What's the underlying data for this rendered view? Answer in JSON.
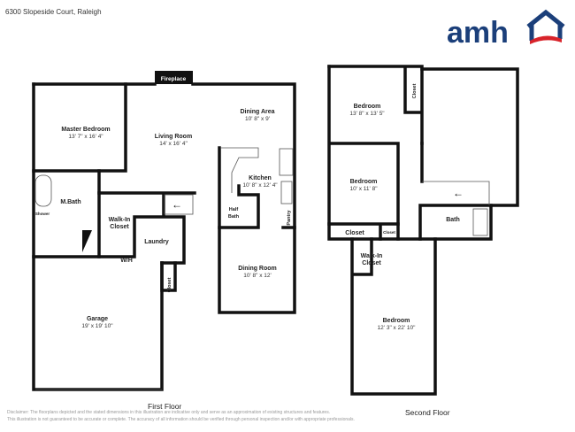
{
  "header": {
    "address": "6300 Slopeside Court, Raleigh",
    "logo_text": "amh",
    "logo_colors": {
      "blue": "#1b3f7a",
      "red": "#d8232a"
    }
  },
  "first_floor": {
    "label": "First Floor",
    "fireplace": "Fireplace",
    "rooms": {
      "master_bedroom": {
        "name": "Master Bedroom",
        "dims": "13' 7\" x 16' 4\""
      },
      "living_room": {
        "name": "Living Room",
        "dims": "14' x 16' 4\""
      },
      "dining_area": {
        "name": "Dining Area",
        "dims": "10' 8\" x 9'"
      },
      "kitchen": {
        "name": "Kitchen",
        "dims": "10' 8\" x 12' 4\""
      },
      "half_bath": {
        "name1": "Half",
        "name2": "Bath"
      },
      "pantry": {
        "name": "Pantry"
      },
      "m_bath": {
        "name": "M.Bath"
      },
      "shower": {
        "name": "Shower"
      },
      "walk_in_closet": {
        "name1": "Walk-In",
        "name2": "Closet"
      },
      "laundry": {
        "name": "Laundry"
      },
      "wh": {
        "name": "W/H"
      },
      "closet": {
        "name": "Closet"
      },
      "dining_room": {
        "name": "Dining Room",
        "dims": "10' 8\" x 12'"
      },
      "garage": {
        "name": "Garage",
        "dims": "19' x 19' 10\""
      }
    }
  },
  "second_floor": {
    "label": "Second Floor",
    "rooms": {
      "bedroom1": {
        "name": "Bedroom",
        "dims": "13' 8\" x 13' 5\""
      },
      "closet1": {
        "name": "Closet"
      },
      "bedroom2": {
        "name": "Bedroom",
        "dims": "10' x 11' 8\""
      },
      "closet2": {
        "name": "Closet"
      },
      "closet3": {
        "name": "Closet"
      },
      "bath": {
        "name": "Bath"
      },
      "walk_in_closet": {
        "name1": "Walk-In",
        "name2": "Closet"
      },
      "bedroom3": {
        "name": "Bedroom",
        "dims": "12' 3\" x 22' 10\""
      }
    }
  },
  "disclaimer": {
    "line1": "Disclaimer: The floorplans depicted and the stated dimensions in this illustration are indicative only and serve as an approximation of existing structures and features.",
    "line2": "This illustration is not guaranteed to be accurate or complete. The accuracy of all information should be verified through personal inspection and/or with appropriate professionals."
  }
}
